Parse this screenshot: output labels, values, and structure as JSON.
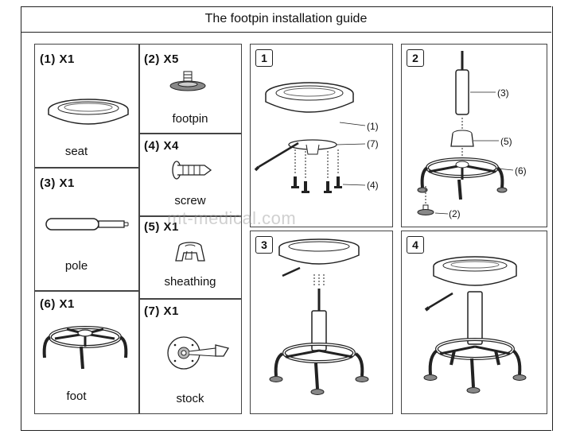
{
  "title": "The footpin installation guide",
  "watermark": "mt-medical.com",
  "parts": [
    {
      "qty": "(1) X1",
      "label": "seat"
    },
    {
      "qty": "(2) X5",
      "label": "footpin"
    },
    {
      "qty": "(3) X1",
      "label": "pole"
    },
    {
      "qty": "(4) X4",
      "label": "screw"
    },
    {
      "qty": "(5) X1",
      "label": "sheathing"
    },
    {
      "qty": "(6) X1",
      "label": "foot"
    },
    {
      "qty": "(7) X1",
      "label": "stock"
    }
  ],
  "steps": [
    {
      "num": "1",
      "callouts": [
        "(1)",
        "(7)",
        "(4)"
      ]
    },
    {
      "num": "2",
      "callouts": [
        "(3)",
        "(5)",
        "(6)",
        "(2)"
      ]
    },
    {
      "num": "3",
      "callouts": []
    },
    {
      "num": "4",
      "callouts": []
    }
  ]
}
